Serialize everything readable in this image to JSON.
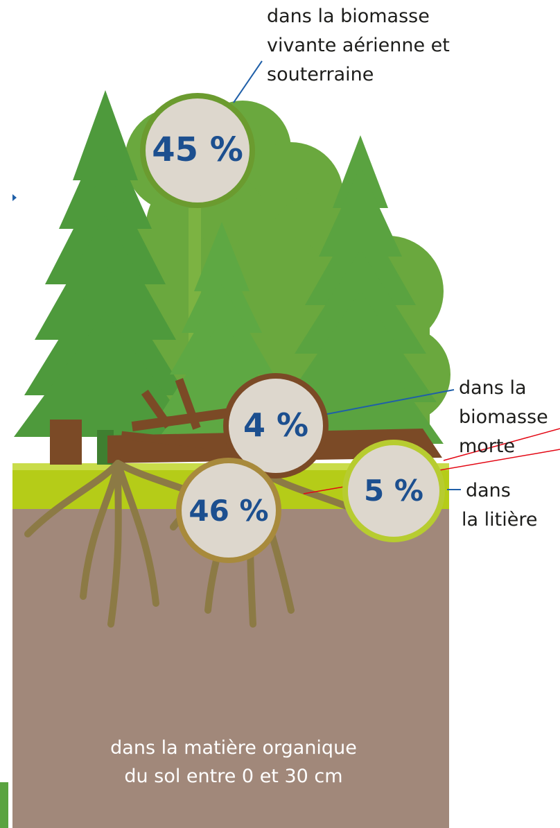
{
  "pools": [
    {
      "id": "biomasse-vivante",
      "value": "45 %",
      "label_lines": [
        "dans la biomasse",
        "vivante aérienne et",
        "souterraine"
      ]
    },
    {
      "id": "biomasse-morte",
      "value": "4 %",
      "label_lines": [
        "dans la",
        "biomasse",
        "morte"
      ]
    },
    {
      "id": "litiere",
      "value": "5 %",
      "label_lines": [
        "dans",
        "la litière"
      ]
    },
    {
      "id": "sol",
      "value": "46 %",
      "label_lines": [
        "dans la matière organique",
        "du sol entre 0 et 30 cm"
      ]
    }
  ],
  "colors": {
    "tree_dark": "#4e9a3c",
    "tree_light": "#7cb342",
    "bush": "#6aa83e",
    "grass": "#b5cc18",
    "soil": "#a1887a",
    "wood": "#7b4a26",
    "root": "#8c7a45",
    "circle_fill": "#ddd7cd",
    "ring_green": "#6b9b2f",
    "ring_brown": "#7b4a26",
    "ring_lime": "#b7cc30",
    "ring_gold": "#a88a3c",
    "value_text": "#1c4f8f",
    "leader_blue": "#1f5fa8",
    "leader_red": "#e30613"
  }
}
